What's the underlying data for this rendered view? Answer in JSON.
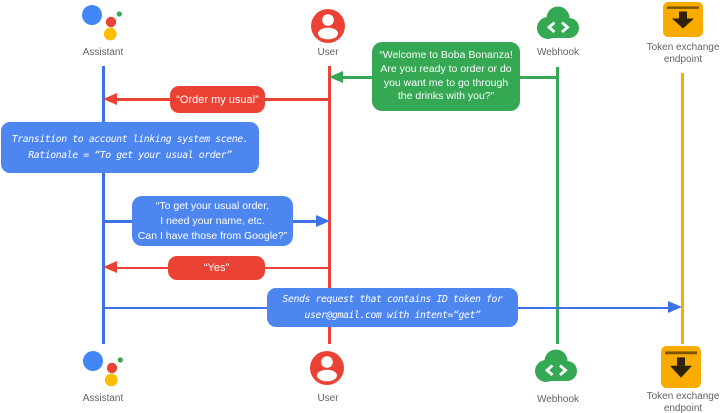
{
  "colors": {
    "blue": "#4285F4",
    "red": "#EA4335",
    "green": "#34A853",
    "yellow": "#F9AB00",
    "label_gray": "#5F6368"
  },
  "actors": {
    "assistant": {
      "label": "Assistant"
    },
    "user": {
      "label": "User"
    },
    "webhook": {
      "label": "Webhook"
    },
    "token": {
      "label_line1": "Token exchange",
      "label_line2": "endpoint"
    }
  },
  "messages": {
    "welcome": {
      "line1": "“Welcome to Boba Bonanza!",
      "line2": "Are you ready to order or do",
      "line3": "you want me to go through",
      "line4": "the drinks with you?”"
    },
    "order_usual": {
      "text": "“Order my usual”"
    },
    "transition_note": {
      "line1": "Transition to account linking system scene.",
      "line2": "Rationale = “To get your usual order”"
    },
    "ask_details": {
      "line1": "“To get your usual order,",
      "line2": "I need your name, etc.",
      "line3": "Can I have those from Google?”"
    },
    "yes": {
      "text": "“Yes”"
    },
    "send_request": {
      "line1": "Sends request that contains ID token for",
      "line2": "user@gmail.com with intent=“get”"
    }
  }
}
